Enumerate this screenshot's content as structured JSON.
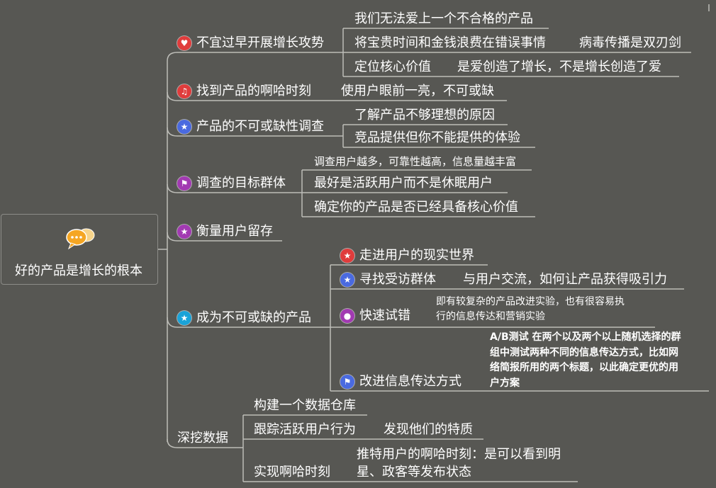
{
  "root": {
    "title": "好的产品是增长的根本",
    "icon": "chat-bubbles-icon"
  },
  "colors": {
    "background": "#575753",
    "line": "#bdbdb8",
    "red": "#e03c3c",
    "blue": "#4a6ae0",
    "magenta": "#a23ab2",
    "cyan": "#1aa3d8"
  },
  "branches": [
    {
      "label": "不宜过早开展增长攻势",
      "icon": "heart-icon",
      "children": [
        {
          "label": "我们无法爱上一个不合格的产品"
        },
        {
          "label": "将宝贵时间和金钱浪费在错误事情",
          "child": "病毒传播是双刃剑"
        },
        {
          "label": "定位核心价值",
          "child": "是爱创造了增长，不是增长创造了爱"
        }
      ]
    },
    {
      "label": "找到产品的啊哈时刻",
      "icon": "music-note-icon",
      "child": "使用户眼前一亮，不可或缺"
    },
    {
      "label": "产品的不可或缺性调查",
      "icon": "star-icon",
      "children": [
        {
          "label": "了解产品不够理想的原因"
        },
        {
          "label": "竞品提供但你不能提供的体验"
        }
      ]
    },
    {
      "label": "调查的目标群体",
      "icon": "flag-icon",
      "children": [
        {
          "label": "调查用户越多，可靠性越高，信息量越丰富"
        },
        {
          "label": "最好是活跃用户而不是休眠用户"
        },
        {
          "label": "确定你的产品是否已经具备核心价值"
        }
      ]
    },
    {
      "label": "衡量用户留存",
      "icon": "star-icon"
    },
    {
      "label": "成为不可或缺的产品",
      "icon": "star-icon",
      "children": [
        {
          "label": "走进用户的现实世界",
          "icon": "star-icon"
        },
        {
          "label": "寻找受访群体",
          "icon": "star-icon",
          "child": "与用户交流，如何让产品获得吸引力"
        },
        {
          "label": "快速试错",
          "icon": "person-icon",
          "child_lines": [
            "即有较复杂的产品改进实验，也有很容易执",
            "行的信息传达和营销实验"
          ]
        },
        {
          "label": "改进信息传达方式",
          "icon": "flag-icon",
          "child_lines": [
            "A/B测试 在两个以及两个以上随机选择的群",
            "组中测试两种不同的信息传达方式，比如网",
            "络简报所用的两个标题，以此确定更优的用",
            "户方案"
          ]
        }
      ]
    },
    {
      "label": "深挖数据",
      "children": [
        {
          "label": "构建一个数据仓库"
        },
        {
          "label": "跟踪活跃用户行为",
          "child": "发现他们的特质"
        },
        {
          "label": "实现啊哈时刻",
          "child_lines": [
            "推特用户的啊哈时刻：是可以看到明",
            "星、政客等发布状态"
          ]
        }
      ]
    }
  ]
}
